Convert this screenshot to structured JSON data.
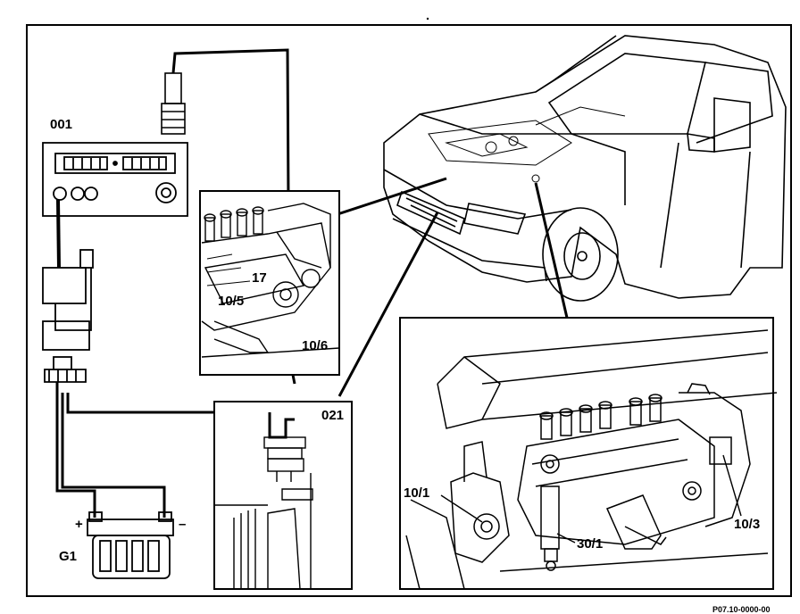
{
  "labels": {
    "tester": "001",
    "sensor_box": "021",
    "battery": "G1",
    "battery_plus": "+",
    "battery_minus": "–",
    "inset_17": "17",
    "inset_10_5": "10/5",
    "inset_10_6": "10/6",
    "detail_10_1": "10/1",
    "detail_30_1": "30/1",
    "detail_10_3": "10/3",
    "footer_code": "P07.10-0000-00"
  },
  "colors": {
    "line": "#000000",
    "background": "#ffffff"
  }
}
